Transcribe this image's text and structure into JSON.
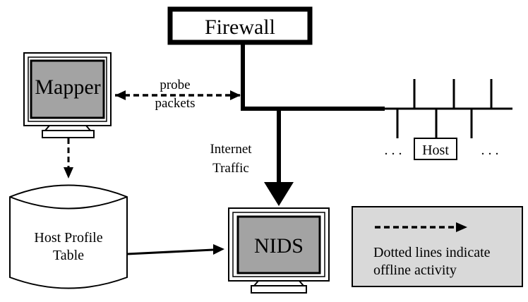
{
  "firewall": {
    "label": "Firewall"
  },
  "mapper": {
    "label": "Mapper"
  },
  "probe": {
    "line1": "probe",
    "line2": "packets"
  },
  "traffic": {
    "line1": "Internet",
    "line2": "Traffic"
  },
  "nids": {
    "label": "NIDS"
  },
  "host_table": {
    "line1": "Host Profile",
    "line2": "Table"
  },
  "host": {
    "label": "Host",
    "ellipsis_left": ". . .",
    "ellipsis_right": ". . ."
  },
  "legend": {
    "line1": "Dotted lines indicate",
    "line2": "offline activity"
  },
  "colors": {
    "screen_gray": "#a3a3a3",
    "legend_bg": "#d9d9d9",
    "line": "#000000"
  }
}
